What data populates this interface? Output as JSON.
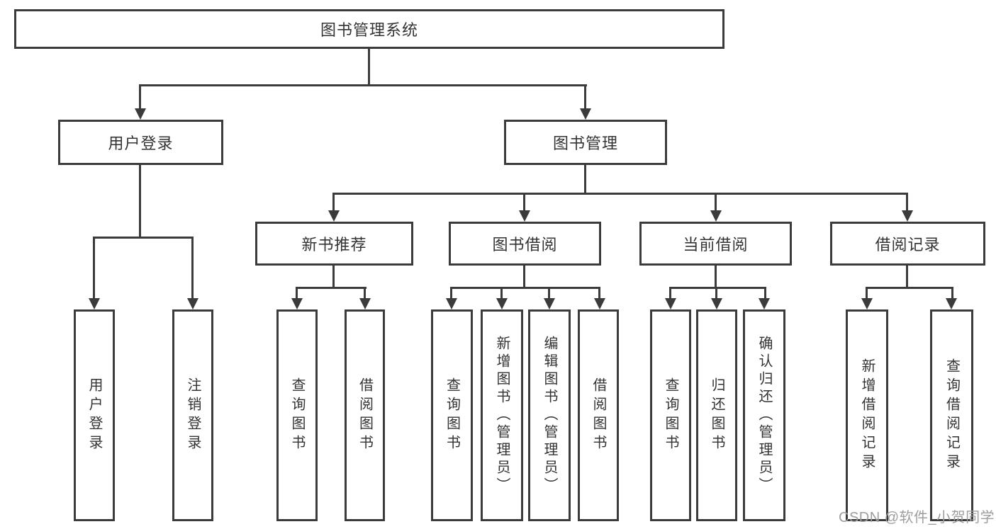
{
  "diagram_type": "hierarchy-tree",
  "colors": {
    "line": "#3b3b3b",
    "node_border": "#3b3b3b",
    "node_text": "#333333",
    "background": "#ffffff",
    "watermark_text": "#9e9e9e"
  },
  "tree": {
    "root": {
      "label": "图书管理系统"
    },
    "children": [
      {
        "label": "用户登录",
        "children": [
          {
            "label": "用户登录"
          },
          {
            "label": "注销登录"
          }
        ]
      },
      {
        "label": "图书管理",
        "children": [
          {
            "label": "新书推荐",
            "children": [
              {
                "label": "查询图书"
              },
              {
                "label": "借阅图书"
              }
            ]
          },
          {
            "label": "图书借阅",
            "children": [
              {
                "label": "查询图书"
              },
              {
                "label": "新增图书（管理员）"
              },
              {
                "label": "编辑图书（管理员）"
              },
              {
                "label": "借阅图书"
              }
            ]
          },
          {
            "label": "当前借阅",
            "children": [
              {
                "label": "查询图书"
              },
              {
                "label": "归还图书"
              },
              {
                "label": "确认归还（管理员）"
              }
            ]
          },
          {
            "label": "借阅记录",
            "children": [
              {
                "label": "新增借阅记录"
              },
              {
                "label": "查询借阅记录"
              }
            ]
          }
        ]
      }
    ]
  },
  "watermark": "CSDN @软件_小贺同学"
}
